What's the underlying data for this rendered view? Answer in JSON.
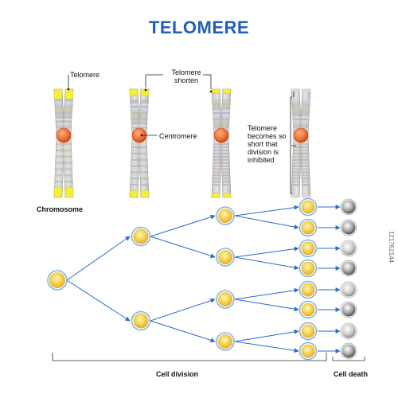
{
  "title": "TELOMERE",
  "labels": {
    "telomere": "Telomere",
    "telomere_shorten": "Telomere shorten",
    "centromere": "Centromere",
    "telomere_inhibited": "Telomere becomes so short that division is inhibited",
    "chromosome": "Chromosome",
    "cell_division": "Cell division",
    "cell_death": "Cell death"
  },
  "stock_id": "121762144",
  "colors": {
    "title": "#1f5fc0",
    "telomere_cap": "#f3ef3a",
    "centromere": "#f06a2a",
    "arrow": "#2a6ad0",
    "cell_fill": "#f6d24a",
    "cell_ring": "#7fb4ec",
    "dead_cell": "#9a9a9a"
  },
  "chromosomes": [
    {
      "telomere_fraction": 1.0
    },
    {
      "telomere_fraction": 0.66
    },
    {
      "telomere_fraction": 0.4
    },
    {
      "telomere_fraction": 0.0
    }
  ]
}
